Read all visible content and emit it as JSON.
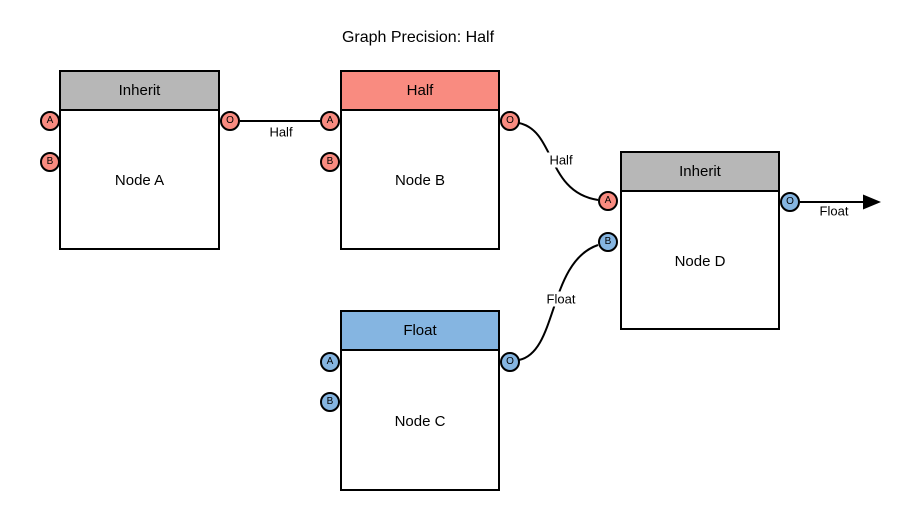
{
  "title": "Graph Precision: Half",
  "colors": {
    "salmon": "#F98B80",
    "blue": "#85B5E1",
    "gray": "#B7B7B7",
    "wire": "#000000",
    "canvas_bg": "#FFFFFF"
  },
  "nodes": [
    {
      "name": "Node A",
      "precision": "Inherit",
      "header_color": "#B7B7B7",
      "ports": [
        {
          "label": "A",
          "color": "#F98B80"
        },
        {
          "label": "B",
          "color": "#F98B80"
        },
        {
          "label": "O",
          "color": "#F98B80"
        }
      ]
    },
    {
      "name": "Node B",
      "precision": "Half",
      "header_color": "#F98B80",
      "ports": [
        {
          "label": "A",
          "color": "#F98B80"
        },
        {
          "label": "B",
          "color": "#F98B80"
        },
        {
          "label": "O",
          "color": "#F98B80"
        }
      ]
    },
    {
      "name": "Node C",
      "precision": "Float",
      "header_color": "#85B5E1",
      "ports": [
        {
          "label": "A",
          "color": "#85B5E1"
        },
        {
          "label": "B",
          "color": "#85B5E1"
        },
        {
          "label": "O",
          "color": "#85B5E1"
        }
      ]
    },
    {
      "name": "Node D",
      "precision": "Inherit",
      "header_color": "#B7B7B7",
      "ports": [
        {
          "label": "A",
          "color": "#F98B80"
        },
        {
          "label": "B",
          "color": "#85B5E1"
        },
        {
          "label": "O",
          "color": "#85B5E1"
        }
      ]
    }
  ],
  "connections": [
    {
      "from": "Node A.O",
      "to": "Node B.A",
      "label": "Half"
    },
    {
      "from": "Node B.O",
      "to": "Node D.A",
      "label": "Half"
    },
    {
      "from": "Node C.O",
      "to": "Node D.B",
      "label": "Float"
    },
    {
      "from": "Node D.O",
      "to": "graph-output",
      "label": "Float"
    }
  ]
}
